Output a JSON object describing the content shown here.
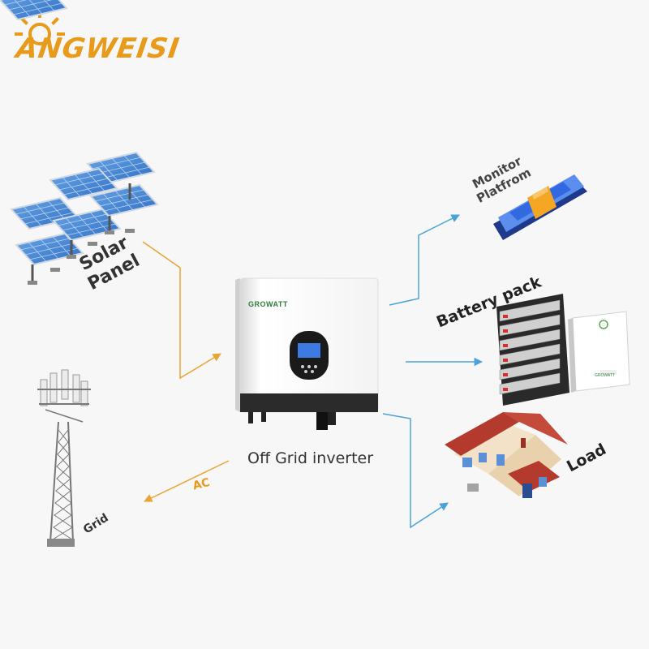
{
  "logo": {
    "text": "ANGWEISI",
    "color": "#e89a1b"
  },
  "labels": {
    "solar_line1": "Solar",
    "solar_line2": "Panel",
    "monitor_line1": "Monitor",
    "monitor_line2": "Platfrom",
    "battery": "Battery pack",
    "load": "Load",
    "grid": "Grid",
    "ac": "AC",
    "inverter": "Off Grid inverter"
  },
  "inverter": {
    "brand": "GROWATT"
  },
  "battery_unit": {
    "brand": "GROWATT"
  },
  "colors": {
    "solar_link": "#e8a531",
    "output_link": "#4aa3d8",
    "ac_link": "#e8a531"
  },
  "icons": [
    "sun-logo-icon",
    "solar-panel-icon",
    "tower-icon",
    "inverter-icon",
    "phone-icon",
    "battery-rack-icon",
    "house-icon"
  ]
}
